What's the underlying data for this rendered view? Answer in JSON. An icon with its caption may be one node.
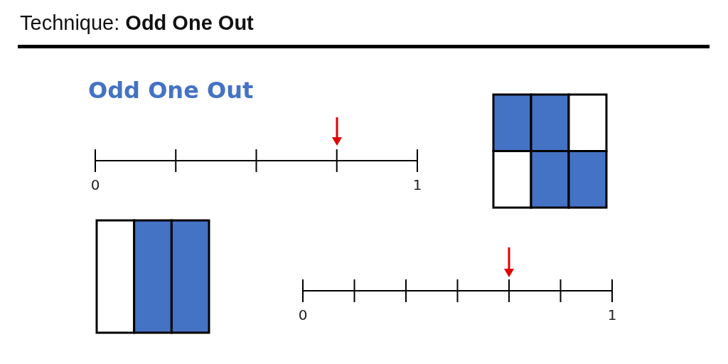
{
  "diagram": {
    "title": "Technique: **Odd One Out**",
    "labels": [
      "Odd One Out",
      "0",
      "1",
      "0",
      "1"
    ]
  }
}
